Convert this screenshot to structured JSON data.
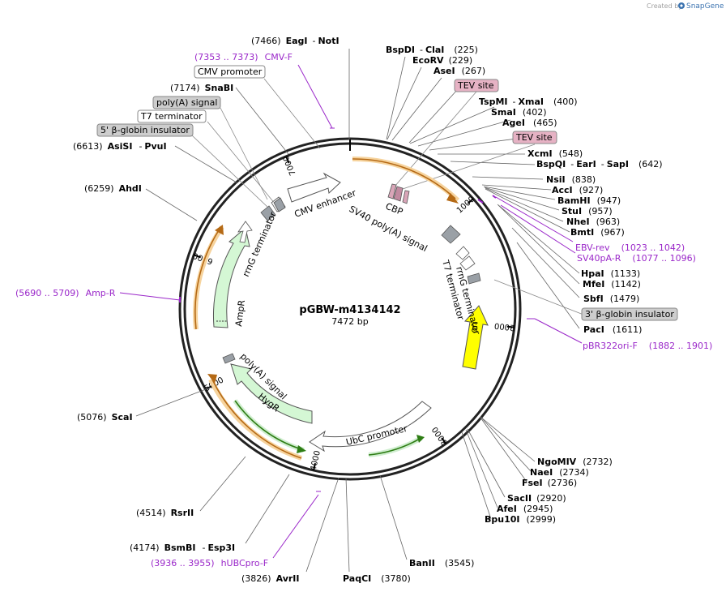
{
  "header": {
    "credit": "Created by",
    "brand": "SnapGene"
  },
  "plasmid": {
    "name": "pGBW-m4134142",
    "length": "7472 bp"
  },
  "ticks": [
    {
      "label": "1000",
      "pos": 1000
    },
    {
      "label": "2000",
      "pos": 2000
    },
    {
      "label": "3000",
      "pos": 3000
    },
    {
      "label": "4000",
      "pos": 4000
    },
    {
      "label": "5000",
      "pos": 5000
    },
    {
      "label": "6000",
      "pos": 6000
    },
    {
      "label": "7000",
      "pos": 7000
    }
  ],
  "enzymes": [
    {
      "pos": "(7466)",
      "name": "EagI",
      "sep": "-",
      "name2": "NotI"
    },
    {
      "pos": "(225)",
      "name": "BspDI",
      "sep": "-",
      "name2": "ClaI"
    },
    {
      "pos": "(229)",
      "name": "EcoRV"
    },
    {
      "pos": "(267)",
      "name": "AseI"
    },
    {
      "pos": "(400)",
      "name": "TspMI",
      "sep": "-",
      "name2": "XmaI"
    },
    {
      "pos": "(402)",
      "name": "SmaI"
    },
    {
      "pos": "(465)",
      "name": "AgeI"
    },
    {
      "pos": "(548)",
      "name": "XcmI"
    },
    {
      "pos": "(642)",
      "name": "BspQI",
      "sep": "-",
      "name2": "EarI",
      "sep2": "-",
      "name3": "SapI"
    },
    {
      "pos": "(838)",
      "name": "NsiI"
    },
    {
      "pos": "(927)",
      "name": "AccI"
    },
    {
      "pos": "(947)",
      "name": "BamHI"
    },
    {
      "pos": "(957)",
      "name": "StuI"
    },
    {
      "pos": "(963)",
      "name": "NheI"
    },
    {
      "pos": "(967)",
      "name": "BmtI"
    },
    {
      "pos": "(1133)",
      "name": "HpaI"
    },
    {
      "pos": "(1142)",
      "name": "MfeI"
    },
    {
      "pos": "(1479)",
      "name": "SbfI"
    },
    {
      "pos": "(1611)",
      "name": "PacI"
    },
    {
      "pos": "(2732)",
      "name": "NgoMIV"
    },
    {
      "pos": "(2734)",
      "name": "NaeI"
    },
    {
      "pos": "(2736)",
      "name": "FseI"
    },
    {
      "pos": "(2920)",
      "name": "SacII"
    },
    {
      "pos": "(2945)",
      "name": "AfeI"
    },
    {
      "pos": "(2999)",
      "name": "Bpu10I"
    },
    {
      "pos": "(3545)",
      "name": "BanII"
    },
    {
      "pos": "(3780)",
      "name": "PaqCI"
    },
    {
      "pos": "(3826)",
      "name": "AvrII"
    },
    {
      "pos": "(4174)",
      "name": "BsmBI",
      "sep": "-",
      "name2": "Esp3I"
    },
    {
      "pos": "(4514)",
      "name": "RsrII"
    },
    {
      "pos": "(5076)",
      "name": "ScaI"
    },
    {
      "pos": "(6259)",
      "name": "AhdI"
    },
    {
      "pos": "(6613)",
      "name": "AsiSI",
      "sep": "-",
      "name2": "PvuI"
    },
    {
      "pos": "(7174)",
      "name": "SnaBI"
    }
  ],
  "primers": [
    {
      "range": "(7353 .. 7373)",
      "name": "CMV-F"
    },
    {
      "name": "EBV-rev",
      "range": "(1023 .. 1042)"
    },
    {
      "name": "SV40pA-R",
      "range": "(1077 .. 1096)"
    },
    {
      "name": "pBR322ori-F",
      "range": "(1882 .. 1901)"
    },
    {
      "range": "(5690 .. 5709)",
      "name": "Amp-R"
    },
    {
      "range": "(3936 .. 3955)",
      "name": "hUBCpro-F"
    }
  ],
  "boxed_labels": [
    {
      "text": "CMV promoter",
      "style": "white"
    },
    {
      "text": "poly(A) signal",
      "style": "gray"
    },
    {
      "text": "T7 terminator",
      "style": "white"
    },
    {
      "text": "5' β-globin insulator",
      "style": "gray"
    },
    {
      "text": "TEV site",
      "style": "pink"
    },
    {
      "text": "TEV site",
      "style": "pink"
    },
    {
      "text": "3' β-globin insulator",
      "style": "gray"
    }
  ],
  "features": [
    {
      "text": "CMV enhancer"
    },
    {
      "text": "rrnG terminator"
    },
    {
      "text": "CBP"
    },
    {
      "text": "SV40 poly(A) signal"
    },
    {
      "text": "rrnG terminator"
    },
    {
      "text": "T7 terminator"
    },
    {
      "text": "ori"
    },
    {
      "text": "UbC promoter"
    },
    {
      "text": "HygR"
    },
    {
      "text": "poly(A) signal"
    },
    {
      "text": "AmpR"
    }
  ],
  "colors": {
    "orf_orange": "#f2b25a",
    "orf_orange_dark": "#b56a16",
    "green_fill": "#d4f7d4",
    "green_dark": "#2e7d14",
    "yellow": "#ffff00",
    "gray_box": "#cdcdcd",
    "pink": "#e6b2c4",
    "purple": "#9a27c9"
  }
}
